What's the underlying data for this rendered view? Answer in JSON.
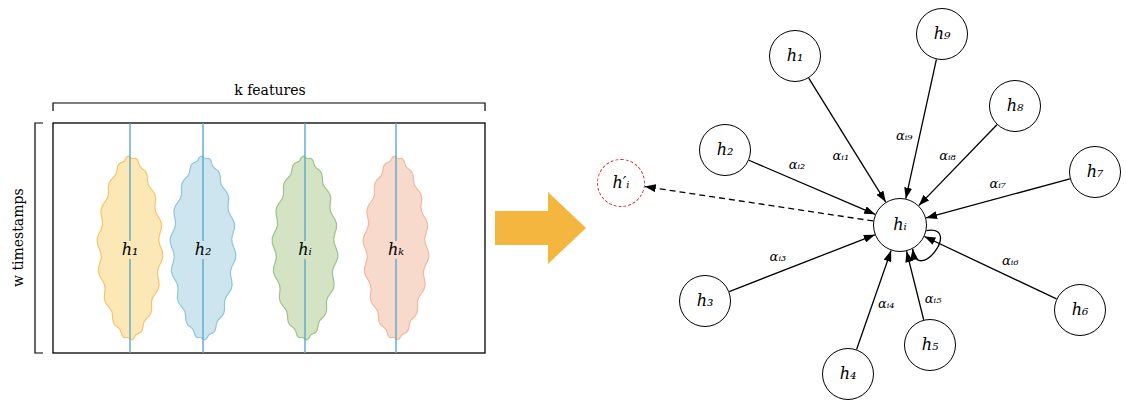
{
  "diagram": {
    "nodes": [
      {
        "text": [
          "h₁"
        ]
      },
      {
        "text": [
          "h₂"
        ]
      },
      {
        "text": [
          "hᵢ"
        ]
      },
      {
        "text": [
          "hₖ"
        ]
      },
      {
        "text": [
          "h₁"
        ]
      },
      {
        "text": [
          "h₂"
        ]
      },
      {
        "text": [
          "h₃"
        ]
      },
      {
        "text": [
          "h₄"
        ]
      },
      {
        "text": [
          "h₅"
        ]
      },
      {
        "text": [
          "h₆"
        ]
      },
      {
        "text": [
          "h₇"
        ]
      },
      {
        "text": [
          "h₈"
        ]
      },
      {
        "text": [
          "h₉"
        ]
      },
      {
        "text": [
          "hᵢ"
        ]
      },
      {
        "text": [
          "h′ᵢ"
        ]
      }
    ],
    "edges": [
      {
        "from": 4,
        "to": 13,
        "arrow": "to",
        "label": "αᵢ₁"
      },
      {
        "from": 5,
        "to": 13,
        "arrow": "to",
        "label": "αᵢ₂"
      },
      {
        "from": 6,
        "to": 13,
        "arrow": "to",
        "label": "αᵢ₃"
      },
      {
        "from": 7,
        "to": 13,
        "arrow": "to",
        "label": "αᵢ₄"
      },
      {
        "from": 8,
        "to": 13,
        "arrow": "to",
        "label": "αᵢ₅"
      },
      {
        "from": 9,
        "to": 13,
        "arrow": "to",
        "label": "αᵢ₆"
      },
      {
        "from": 10,
        "to": 13,
        "arrow": "to",
        "label": "αᵢ₇"
      },
      {
        "from": 11,
        "to": 13,
        "arrow": "to",
        "label": "αᵢ₈"
      },
      {
        "from": 12,
        "to": 13,
        "arrow": "to",
        "label": "αᵢ₉"
      },
      {
        "from": 13,
        "to": 13,
        "arrow": "to"
      },
      {
        "from": 13,
        "to": 14,
        "arrow": "to"
      }
    ],
    "labels": [
      "k features",
      "w timestamps"
    ]
  }
}
